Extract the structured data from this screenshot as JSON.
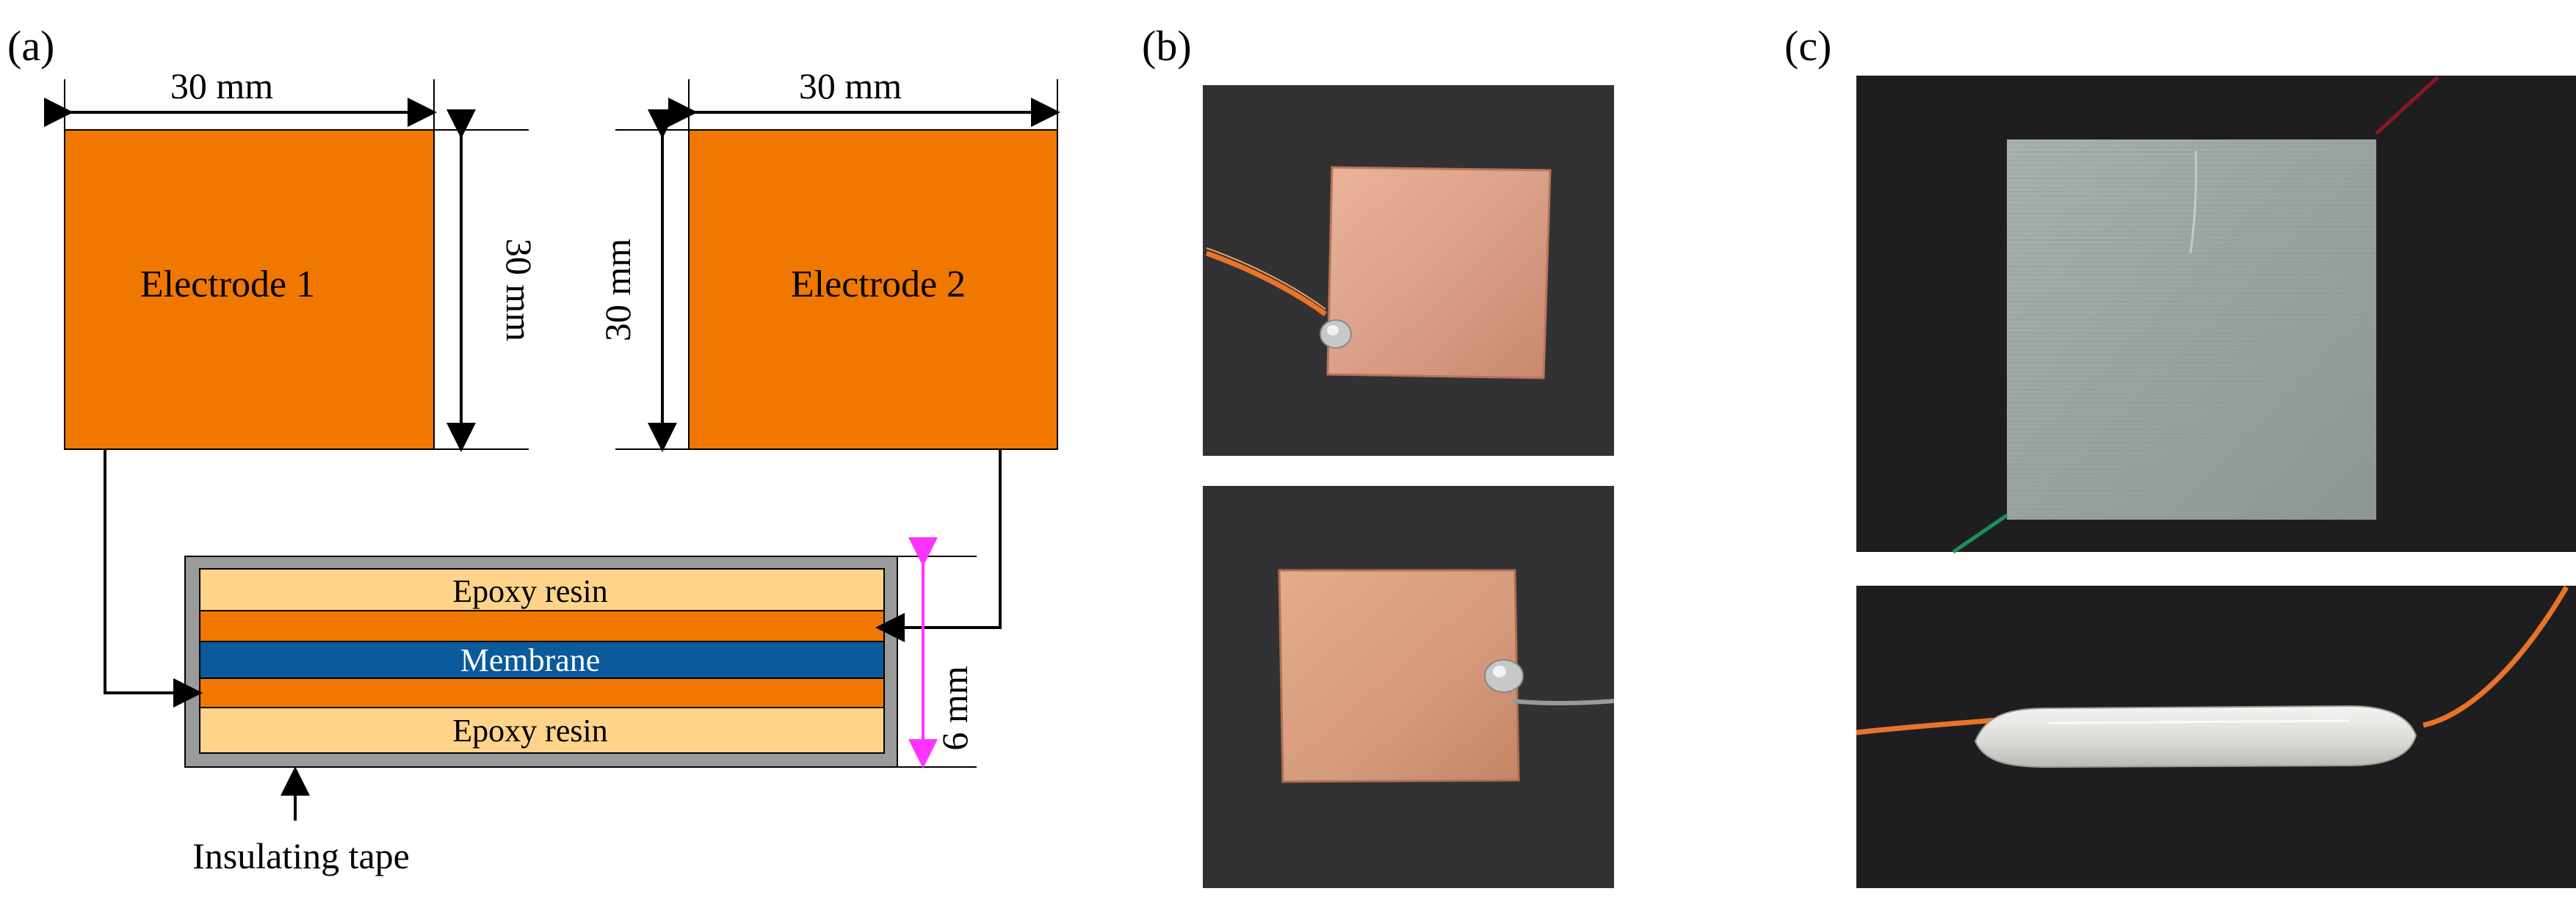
{
  "panels": {
    "a": {
      "label": "(a)",
      "electrode1": {
        "label": "Electrode 1",
        "width_dim": "30 mm",
        "height_dim": "30 mm"
      },
      "electrode2": {
        "label": "Electrode 2",
        "width_dim": "30 mm",
        "height_dim": "30 mm"
      },
      "stack": {
        "top_layer": "Epoxy resin",
        "middle_layer": "Membrane",
        "bottom_layer": "Epoxy resin",
        "thickness_dim": "6 mm",
        "tape_label": "Insulating tape"
      },
      "colors": {
        "electrode": "#F07800",
        "epoxy": "#FFD48A",
        "membrane": "#0A5A9C",
        "tape": "#9A9A9A",
        "dimension_pink": "#FF33FF"
      }
    },
    "b": {
      "label": "(b)"
    },
    "c": {
      "label": "(c)"
    }
  }
}
